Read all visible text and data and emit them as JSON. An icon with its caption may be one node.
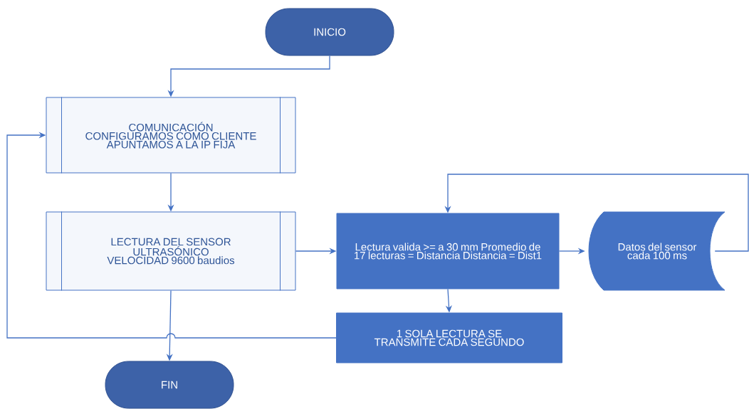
{
  "diagram": {
    "nodes": [
      {
        "text": [
          "INICIO"
        ]
      },
      {
        "text": [
          "COMUNICACIÓN CONFIGURAMOS COMO CLIENTE APUNTAMOS A LA IP FIJA"
        ]
      },
      {
        "text": [
          "LECTURA DEL SENSOR ULTRASÓNICO VELOCIDAD 9600 baudios"
        ]
      },
      {
        "text": [
          "Lectura valida >= a 30 mm Promedio de 17 lecturas = Distancia Distancia = Dist1"
        ]
      },
      {
        "text": [
          "Datos del sensor cada 100 ms"
        ]
      },
      {
        "text": [
          "1 SOLA LECTURA SE TRANSMITE CADA SEGUNDO"
        ]
      },
      {
        "text": [
          "FIN"
        ]
      }
    ],
    "edges": [
      {
        "from": 0,
        "to": 1,
        "arrow": "to"
      },
      {
        "from": 1,
        "to": 2,
        "arrow": "to"
      },
      {
        "from": 2,
        "to": 3,
        "arrow": "to"
      },
      {
        "from": 3,
        "to": 4,
        "arrow": "to"
      },
      {
        "from": 4,
        "to": 3,
        "arrow": "to"
      },
      {
        "from": 3,
        "to": 5,
        "arrow": "to"
      },
      {
        "from": 5,
        "to": 1,
        "arrow": "to"
      },
      {
        "from": 2,
        "to": 6,
        "arrow": "to"
      }
    ]
  }
}
